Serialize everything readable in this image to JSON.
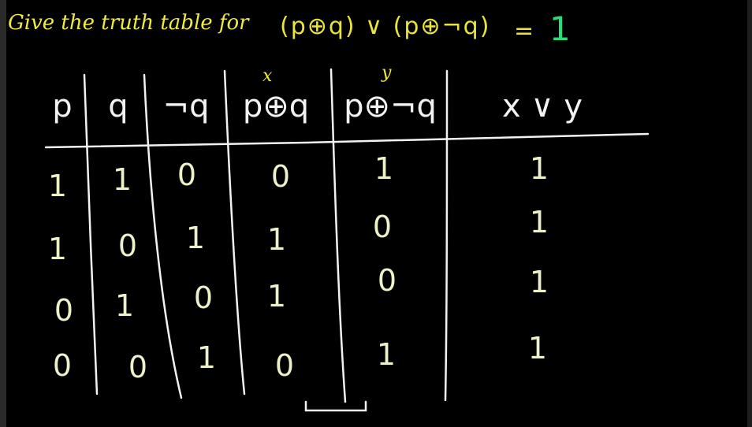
{
  "prompt": {
    "text": "Give the truth table for",
    "expression": "(p⊕q) ∨ (p⊕¬q)",
    "equals": "=",
    "result": "1"
  },
  "colors": {
    "background": "#000000",
    "prompt_yellow": "#f0ea3a",
    "result_green": "#23e07a",
    "chalk_white": "#f2f2f2",
    "chalk_cream": "#eef0c8"
  },
  "table": {
    "headers": [
      "p",
      "q",
      "¬q",
      "p⊕q",
      "p⊕¬q",
      "x ∨ y"
    ],
    "header_labels": {
      "x": "x",
      "y": "y"
    },
    "rows": [
      [
        "1",
        "1",
        "0",
        "0",
        "1",
        "1"
      ],
      [
        "1",
        "0",
        "1",
        "1",
        "0",
        "1"
      ],
      [
        "0",
        "1",
        "0",
        "1",
        "0",
        "1"
      ],
      [
        "0",
        "0",
        "1",
        "0",
        "1",
        "1"
      ]
    ]
  }
}
